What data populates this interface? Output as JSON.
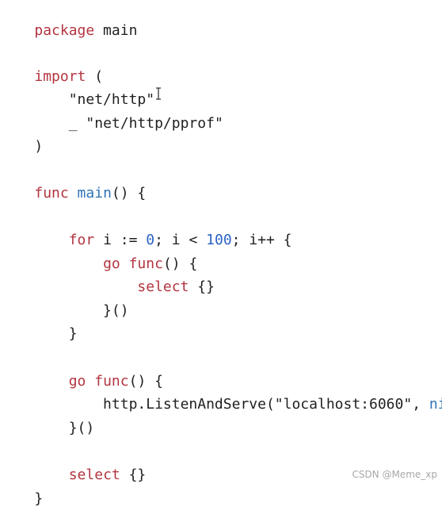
{
  "code": {
    "l1_kw": "package",
    "l1_rest": " main",
    "l2_kw": "import",
    "l2_rest": " (",
    "l3_str": "    \"net/http\"",
    "l4_prefix": "    _ ",
    "l4_str": "\"net/http/pprof\"",
    "l5": ")",
    "l6_kw": "func",
    "l6_fn": " main",
    "l6_rest": "() {",
    "l7_indent": "    ",
    "l7_kw": "for",
    "l7_a": " i := ",
    "l7_n0": "0",
    "l7_b": "; i < ",
    "l7_n100": "100",
    "l7_c": "; i++ {",
    "l8_indent": "        ",
    "l8_kw": "go",
    "l8_sp": " ",
    "l8_func": "func",
    "l8_rest": "() {",
    "l9_indent": "            ",
    "l9_kw": "select",
    "l9_rest": " {}",
    "l10": "        }()",
    "l11": "    }",
    "l12_indent": "    ",
    "l12_kw": "go",
    "l12_sp": " ",
    "l12_func": "func",
    "l12_rest": "() {",
    "l13_a": "        http.ListenAndServe(",
    "l13_str": "\"localhost:6060\"",
    "l13_b": ", ",
    "l13_nil": "nil",
    "l13_c": ")",
    "l14": "    }()",
    "l15_indent": "    ",
    "l15_kw": "select",
    "l15_rest": " {}",
    "l16": "}"
  },
  "watermark": "CSDN @Meme_xp",
  "colors": {
    "keyword": "#b3343f",
    "function": "#2e73b8",
    "number": "#2b64c6",
    "text": "#1f1f1f",
    "background": "#ffffff"
  },
  "icons": {
    "cursor": "text-cursor-icon"
  }
}
